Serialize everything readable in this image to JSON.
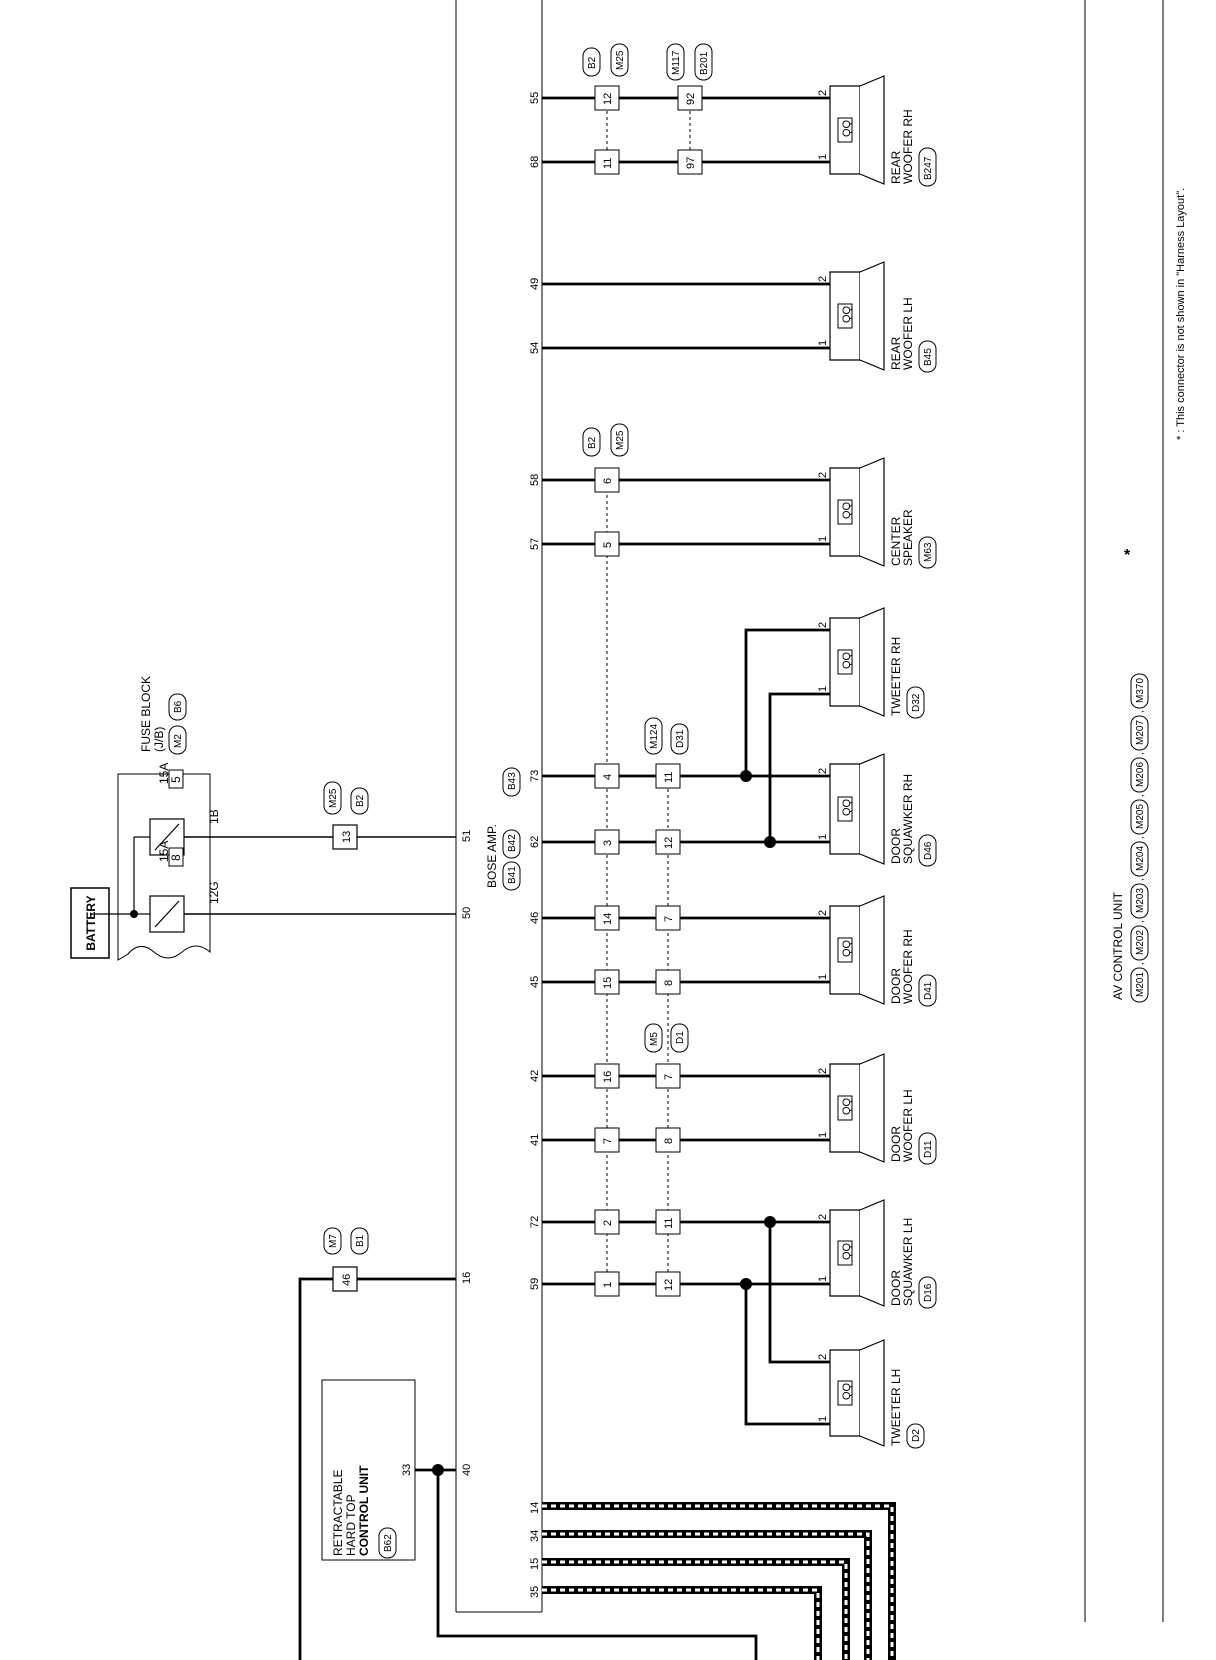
{
  "battery": {
    "label": "BATTERY"
  },
  "fuse_block": {
    "label": [
      "FUSE BLOCK",
      "(J/B)"
    ],
    "connectors": [
      "M2",
      "B6"
    ],
    "fuses": [
      {
        "amps": "15A",
        "number": "8",
        "terminal": "12G"
      },
      {
        "amps": "15A",
        "number": "5",
        "terminal": "1B"
      }
    ]
  },
  "amp": {
    "label": "BOSE AMP.",
    "connectors": [
      "B41",
      "B42",
      "B43"
    ]
  },
  "rht_unit": {
    "label": [
      "RETRACTABLE",
      "HARD TOP",
      "CONTROL UNIT"
    ],
    "connector": "B62",
    "pin": "33"
  },
  "av_unit": {
    "label": "AV CONTROL UNIT",
    "connectors": [
      "M201",
      "M202",
      "M203",
      "M204",
      "M205",
      "M206",
      "M207",
      "M370"
    ],
    "asterisk": "*"
  },
  "footnote": "* : This connector is not shown in \"Harness Layout\".",
  "amp_pins": [
    "16",
    "50",
    "51",
    "59",
    "72",
    "41",
    "42",
    "45",
    "46",
    "62",
    "73",
    "57",
    "58",
    "54",
    "49",
    "68",
    "55",
    "40"
  ],
  "bottom_pins": [
    "14",
    "34",
    "15",
    "35"
  ],
  "inline_connectors": [
    {
      "id": "M7",
      "id2": "B1",
      "pin": "46"
    },
    {
      "id": "M25",
      "id2": "B2",
      "pin": "13"
    },
    {
      "id": "M5",
      "id2": "D1"
    },
    {
      "id": "M124",
      "id2": "D31"
    },
    {
      "id": "B2",
      "id2": "M25"
    },
    {
      "id": "B2",
      "id2": "M25"
    },
    {
      "id": "M117",
      "id2": "B201"
    }
  ],
  "col_b_pins": [
    "1",
    "2",
    "7",
    "16",
    "15",
    "14",
    "3",
    "4",
    "5",
    "6",
    "11",
    "12"
  ],
  "col_c_pins": [
    "12",
    "11",
    "8",
    "7",
    "8",
    "7",
    "12",
    "11",
    "97",
    "92"
  ],
  "speakers": [
    {
      "name": "TWEETER LH",
      "conn": "D2"
    },
    {
      "name": "DOOR SQUAWKER LH",
      "conn": "D16"
    },
    {
      "name": "DOOR WOOFER LH",
      "conn": "D11"
    },
    {
      "name": "DOOR WOOFER RH",
      "conn": "D41"
    },
    {
      "name": "DOOR SQUAWKER RH",
      "conn": "D46"
    },
    {
      "name": "TWEETER RH",
      "conn": "D32"
    },
    {
      "name": "CENTER SPEAKER",
      "conn": "M63"
    },
    {
      "name": "REAR WOOFER LH",
      "conn": "B45"
    },
    {
      "name": "REAR WOOFER RH",
      "conn": "B247"
    }
  ]
}
